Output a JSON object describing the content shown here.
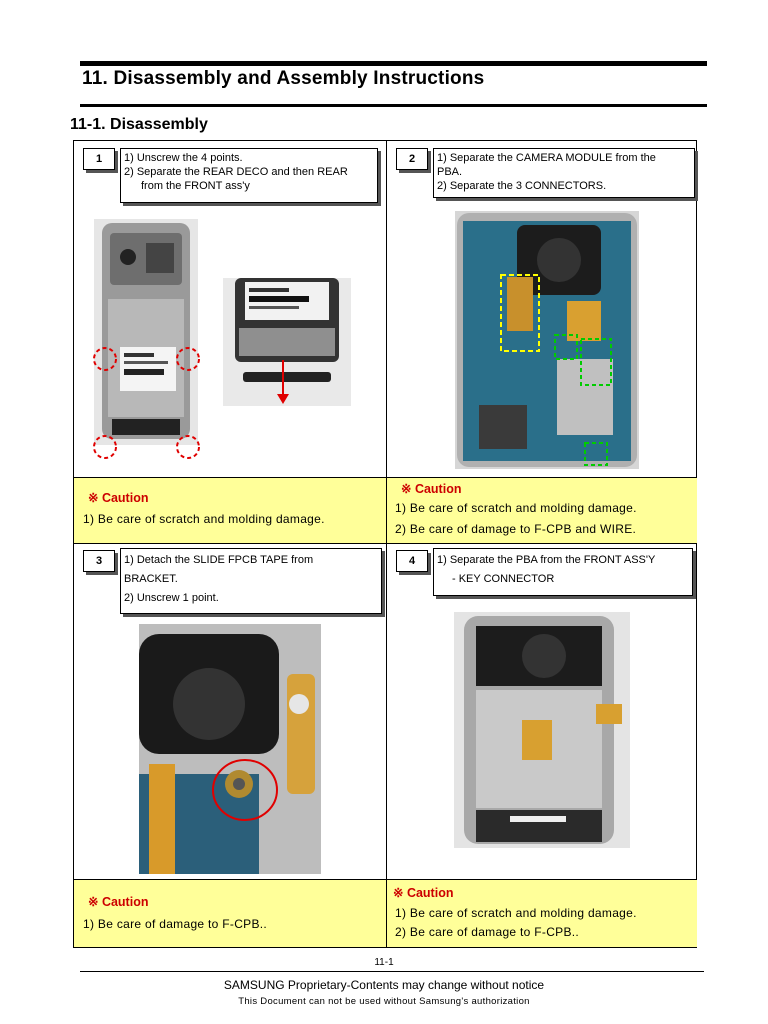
{
  "header": {
    "title": "11. Disassembly and Assembly Instructions",
    "section": "11-1. Disassembly"
  },
  "steps": [
    {
      "num": "1",
      "lines": [
        "1) Unscrew the 4 points.",
        "2) Separate the REAR DECO and then REAR",
        "from the FRONT ass'y"
      ],
      "caution_title": "※ Caution",
      "cautions": [
        "1) Be care of scratch and molding damage."
      ]
    },
    {
      "num": "2",
      "lines": [
        "1) Separate the CAMERA MODULE from the",
        "PBA.",
        "2) Separate the 3 CONNECTORS."
      ],
      "caution_title": "※ Caution",
      "cautions": [
        "1) Be care of scratch and molding damage.",
        "2) Be care of damage to F-CPB and WIRE."
      ]
    },
    {
      "num": "3",
      "lines": [
        "1) Detach the SLIDE FPCB TAPE from",
        "BRACKET.",
        "2) Unscrew 1 point."
      ],
      "caution_title": "※ Caution",
      "cautions": [
        "1) Be care of damage to F-CPB.."
      ]
    },
    {
      "num": "4",
      "lines": [
        "1) Separate the PBA from the FRONT ASS'Y",
        "- KEY CONNECTOR"
      ],
      "caution_title": "※ Caution",
      "cautions": [
        "1) Be care of scratch and molding damage.",
        "2) Be care of damage to F-CPB.."
      ]
    }
  ],
  "footer": {
    "page": "11-1",
    "line1": "SAMSUNG Proprietary-Contents may change without notice",
    "line2": "This Document can not be used without Samsung's authorization"
  },
  "colors": {
    "caution_bg": "#ffff99",
    "caution_text": "#cc0000",
    "marker_red": "#e00000",
    "marker_yellow": "#ffff00",
    "marker_green": "#00cc00"
  }
}
